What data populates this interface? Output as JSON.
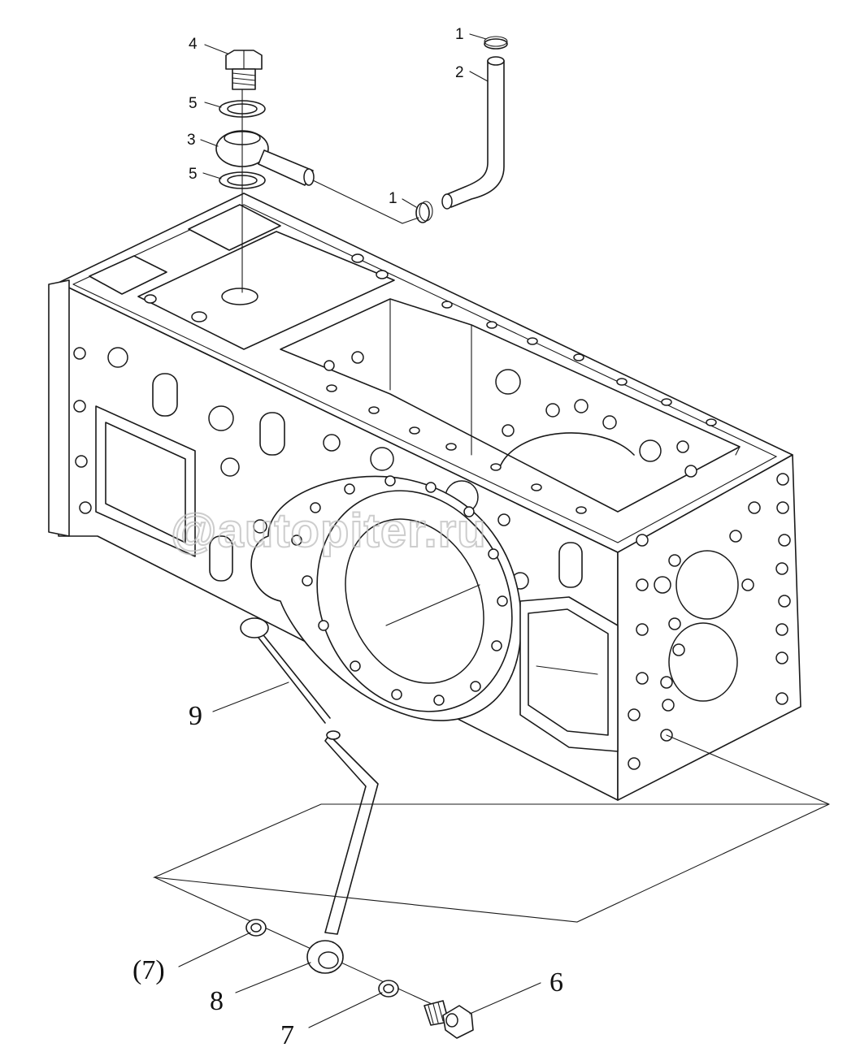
{
  "watermark": "@autopiter.ru",
  "callouts": {
    "c1a": "1",
    "c2": "2",
    "c4": "4",
    "c5a": "5",
    "c3": "3",
    "c5b": "5",
    "c1b": "1",
    "c9": "9",
    "c7p": "(7)",
    "c8": "8",
    "c7": "7",
    "c6": "6"
  }
}
